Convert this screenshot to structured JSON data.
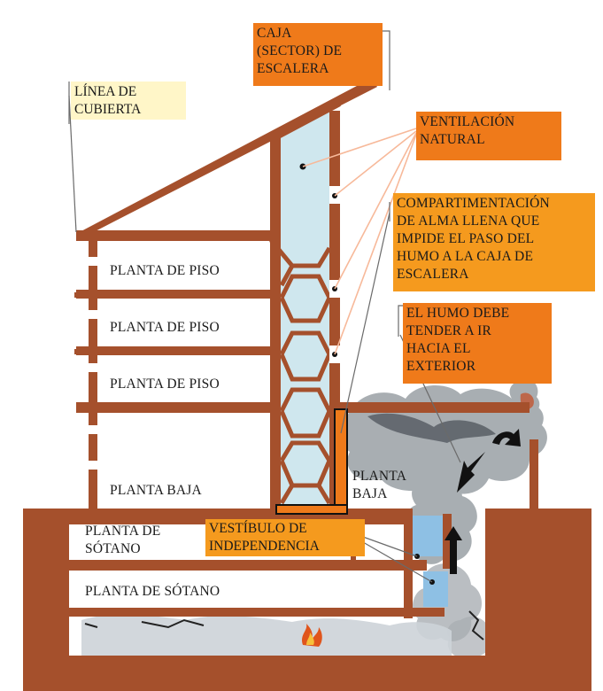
{
  "colors": {
    "structure": "#a5502c",
    "stair_fill": "#cfe7ee",
    "smoke": "#8a8f94",
    "callout_orange": "#ef7a1a",
    "callout_cream": "#fff6c8",
    "vestibule_blue": "#8ec0e4",
    "arrow": "#111111",
    "vent_line": "#f7b99a"
  },
  "callouts": {
    "stair": "CAJA\n(SECTOR) DE\nESCALERA",
    "roof": "LÍNEA DE\nCUBIERTA",
    "ventilation": "VENTILACIÓN\nNATURAL",
    "compartment": "COMPARTIMENTACIÓN\nDE ALMA LLENA QUE\nIMPIDE EL PASO DEL\nHUMO A LA CAJA DE\nESCALERA",
    "smoke": "EL HUMO DEBE\nTENDER A IR\nHACIA EL\nEXTERIOR",
    "vestibule": "VESTÍBULO DE\nINDEPENDENCIA"
  },
  "floors": {
    "floor1": "PLANTA DE PISO",
    "floor2": "PLANTA DE PISO",
    "floor3": "PLANTA DE PISO",
    "ground_left": "PLANTA BAJA",
    "ground_right": "PLANTA\nBAJA",
    "basement1": "PLANTA DE\nSÓTANO",
    "basement2": "PLANTA DE SÓTANO"
  },
  "icons": {
    "fire": "fire-icon",
    "arrow": "up-arrow-icon"
  }
}
